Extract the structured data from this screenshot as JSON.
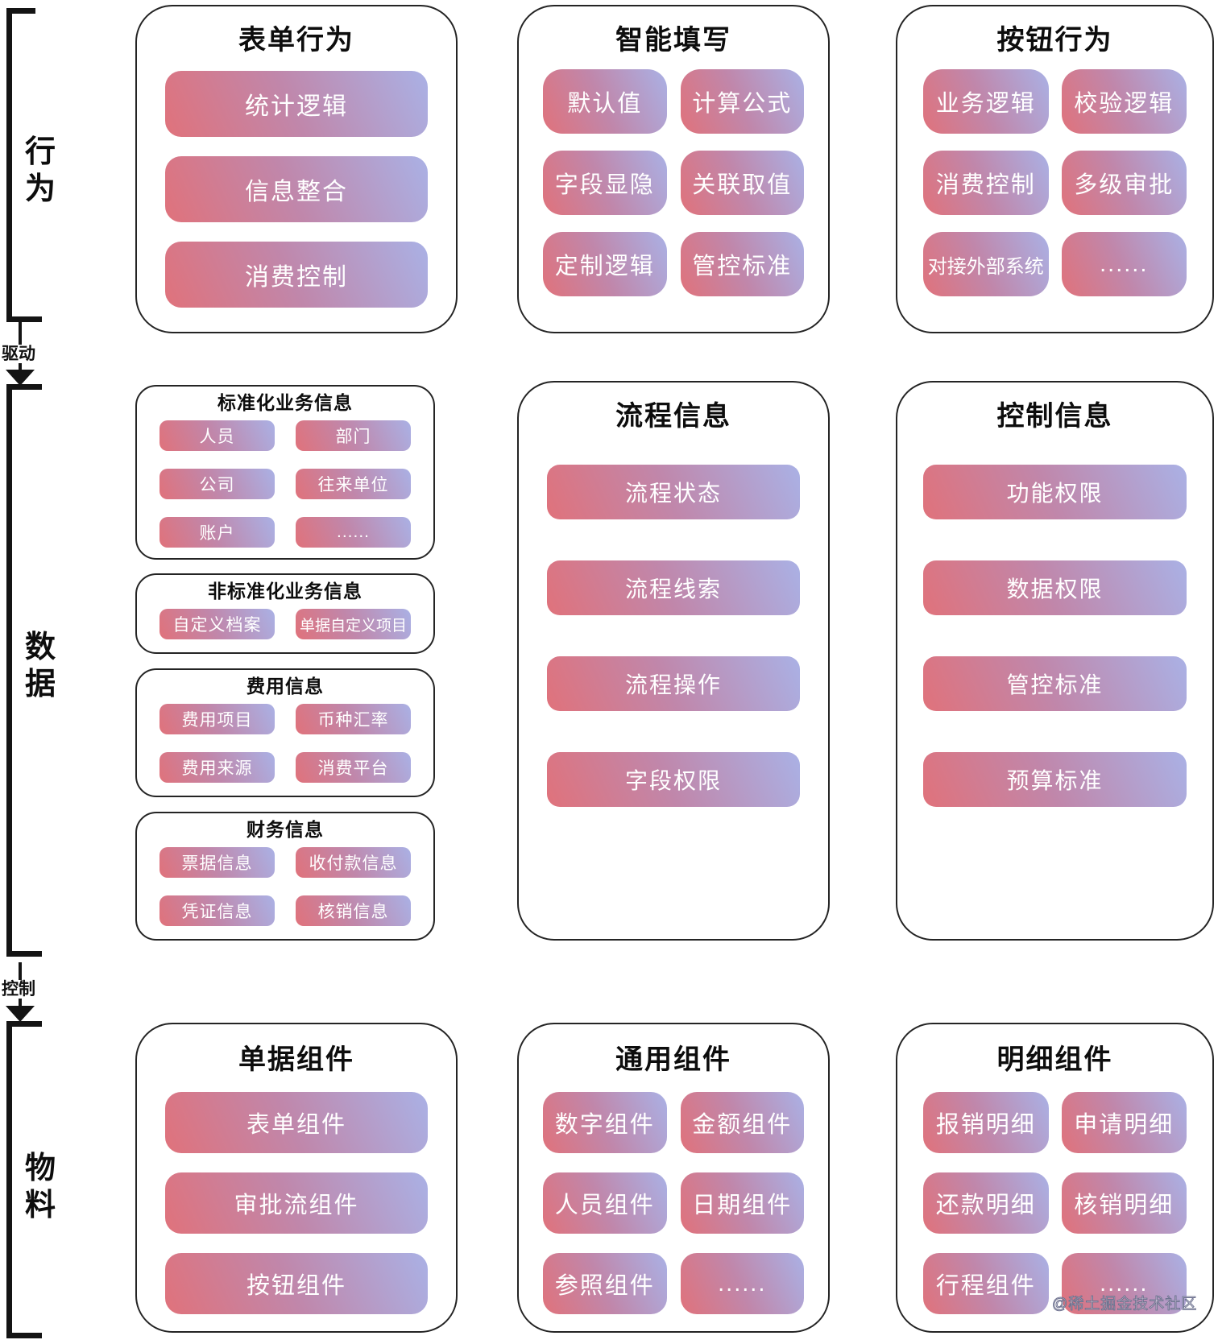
{
  "rail": {
    "sections": [
      {
        "label": "行为"
      },
      {
        "label": "数据"
      },
      {
        "label": "物料"
      }
    ],
    "arrows": [
      {
        "label": "驱动"
      },
      {
        "label": "控制"
      }
    ]
  },
  "cards": {
    "form_behavior": {
      "title": "表单行为",
      "items": [
        "统计逻辑",
        "信息整合",
        "消费控制"
      ]
    },
    "smart_fill": {
      "title": "智能填写",
      "items": [
        "默认值",
        "计算公式",
        "字段显隐",
        "关联取值",
        "定制逻辑",
        "管控标准"
      ]
    },
    "button_behavior": {
      "title": "按钮行为",
      "items": [
        "业务逻辑",
        "校验逻辑",
        "消费控制",
        "多级审批",
        "对接外部系统",
        "......"
      ]
    },
    "standardized_info": {
      "title": "标准化业务信息",
      "items": [
        "人员",
        "部门",
        "公司",
        "往来单位",
        "账户",
        "......"
      ]
    },
    "non_standardized_info": {
      "title": "非标准化业务信息",
      "items": [
        "自定义档案",
        "单据自定义项目"
      ]
    },
    "expense_info": {
      "title": "费用信息",
      "items": [
        "费用项目",
        "币种汇率",
        "费用来源",
        "消费平台"
      ]
    },
    "financial_info": {
      "title": "财务信息",
      "items": [
        "票据信息",
        "收付款信息",
        "凭证信息",
        "核销信息"
      ]
    },
    "process_info": {
      "title": "流程信息",
      "items": [
        "流程状态",
        "流程线索",
        "流程操作",
        "字段权限"
      ]
    },
    "control_info": {
      "title": "控制信息",
      "items": [
        "功能权限",
        "数据权限",
        "管控标准",
        "预算标准"
      ]
    },
    "document_components": {
      "title": "单据组件",
      "items": [
        "表单组件",
        "审批流组件",
        "按钮组件"
      ]
    },
    "common_components": {
      "title": "通用组件",
      "items": [
        "数字组件",
        "金额组件",
        "人员组件",
        "日期组件",
        "参照组件",
        "......"
      ]
    },
    "detail_components": {
      "title": "明细组件",
      "items": [
        "报销明细",
        "申请明细",
        "还款明细",
        "核销明细",
        "行程组件",
        "......"
      ]
    }
  },
  "watermark": "@稀土掘金技术社区",
  "colors": {
    "gradient_start": "#e0727b",
    "gradient_end": "#aab1e5",
    "border": "#242424",
    "rail": "#141414",
    "pill_text": "#ffffff"
  }
}
